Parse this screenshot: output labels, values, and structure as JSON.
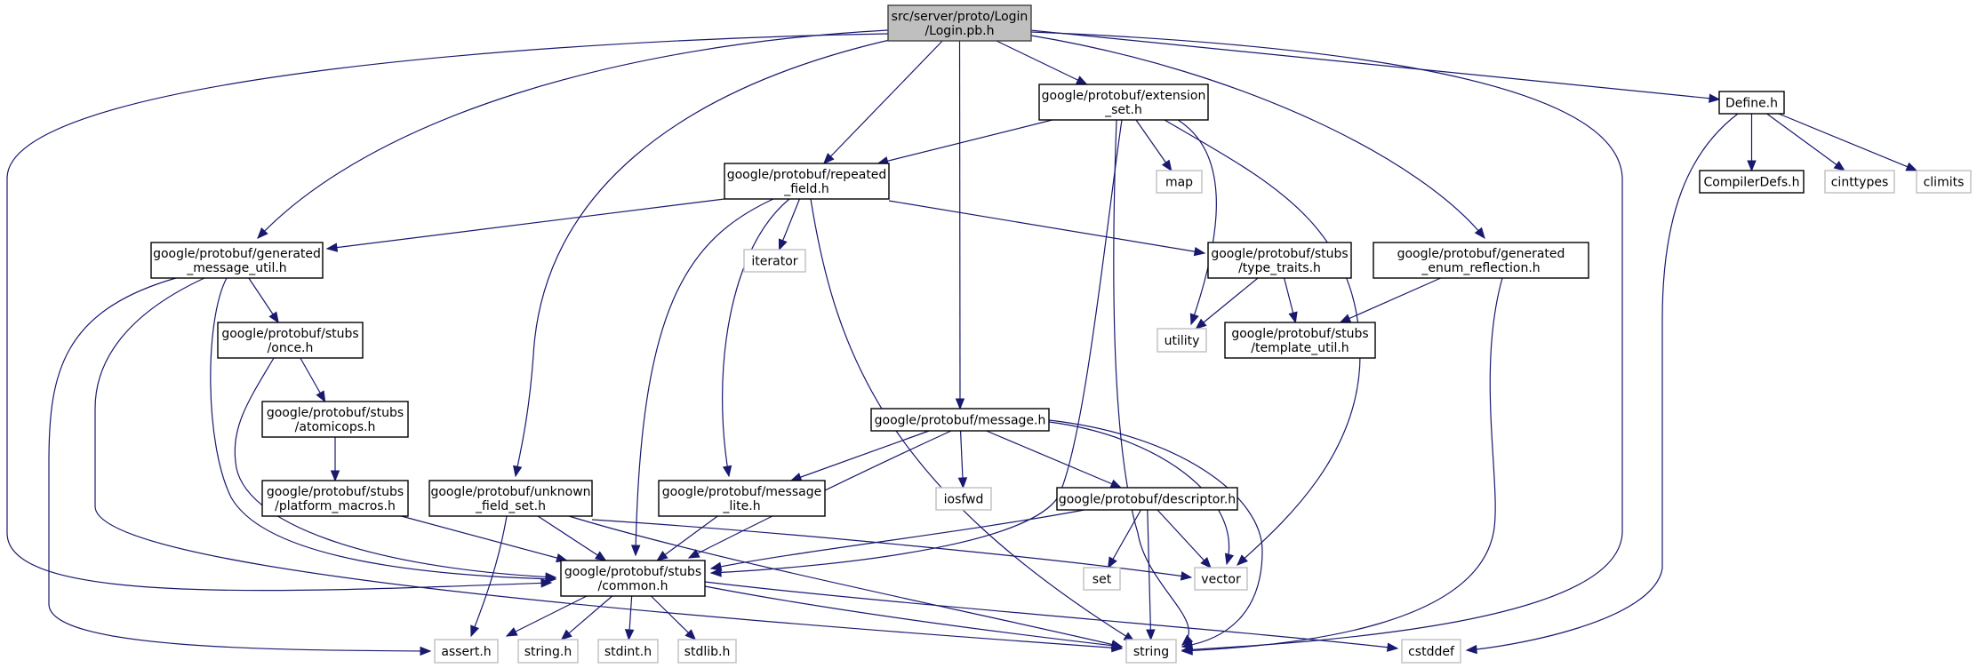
{
  "diagram": {
    "type": "include-dependency-graph",
    "colors": {
      "edge": "#191970",
      "root_fill": "#bfbfbf",
      "root_border": "#404040",
      "node_fill": "#ffffff",
      "node_border": "#000000",
      "system_border": "#bfbfbf"
    },
    "nodes": [
      {
        "id": "root",
        "lines": [
          "src/server/proto/Login",
          "/Login.pb.h"
        ],
        "kind": "root"
      },
      {
        "id": "extension_set",
        "lines": [
          "google/protobuf/extension",
          "_set.h"
        ],
        "kind": "project"
      },
      {
        "id": "define",
        "lines": [
          "Define.h"
        ],
        "kind": "project"
      },
      {
        "id": "repeated_field",
        "lines": [
          "google/protobuf/repeated",
          "_field.h"
        ],
        "kind": "project"
      },
      {
        "id": "map",
        "lines": [
          "map"
        ],
        "kind": "system"
      },
      {
        "id": "compilerdefs",
        "lines": [
          "CompilerDefs.h"
        ],
        "kind": "project"
      },
      {
        "id": "cinttypes",
        "lines": [
          "cinttypes"
        ],
        "kind": "system"
      },
      {
        "id": "climits",
        "lines": [
          "climits"
        ],
        "kind": "system"
      },
      {
        "id": "generated_message_util",
        "lines": [
          "google/protobuf/generated",
          "_message_util.h"
        ],
        "kind": "project"
      },
      {
        "id": "iterator",
        "lines": [
          "iterator"
        ],
        "kind": "system"
      },
      {
        "id": "type_traits",
        "lines": [
          "google/protobuf/stubs",
          "/type_traits.h"
        ],
        "kind": "project"
      },
      {
        "id": "generated_enum_reflection",
        "lines": [
          "google/protobuf/generated",
          "_enum_reflection.h"
        ],
        "kind": "project"
      },
      {
        "id": "once",
        "lines": [
          "google/protobuf/stubs",
          "/once.h"
        ],
        "kind": "project"
      },
      {
        "id": "utility",
        "lines": [
          "utility"
        ],
        "kind": "system"
      },
      {
        "id": "template_util",
        "lines": [
          "google/protobuf/stubs",
          "/template_util.h"
        ],
        "kind": "project"
      },
      {
        "id": "atomicops",
        "lines": [
          "google/protobuf/stubs",
          "/atomicops.h"
        ],
        "kind": "project"
      },
      {
        "id": "message",
        "lines": [
          "google/protobuf/message.h"
        ],
        "kind": "project"
      },
      {
        "id": "platform_macros",
        "lines": [
          "google/protobuf/stubs",
          "/platform_macros.h"
        ],
        "kind": "project"
      },
      {
        "id": "unknown_field_set",
        "lines": [
          "google/protobuf/unknown",
          "_field_set.h"
        ],
        "kind": "project"
      },
      {
        "id": "message_lite",
        "lines": [
          "google/protobuf/message",
          "_lite.h"
        ],
        "kind": "project"
      },
      {
        "id": "iosfwd",
        "lines": [
          "iosfwd"
        ],
        "kind": "system"
      },
      {
        "id": "descriptor",
        "lines": [
          "google/protobuf/descriptor.h"
        ],
        "kind": "project"
      },
      {
        "id": "common",
        "lines": [
          "google/protobuf/stubs",
          "/common.h"
        ],
        "kind": "project"
      },
      {
        "id": "set",
        "lines": [
          "set"
        ],
        "kind": "system"
      },
      {
        "id": "vector",
        "lines": [
          "vector"
        ],
        "kind": "system"
      },
      {
        "id": "assert_h",
        "lines": [
          "assert.h"
        ],
        "kind": "system"
      },
      {
        "id": "string_h",
        "lines": [
          "string.h"
        ],
        "kind": "system"
      },
      {
        "id": "stdint_h",
        "lines": [
          "stdint.h"
        ],
        "kind": "system"
      },
      {
        "id": "stdlib_h",
        "lines": [
          "stdlib.h"
        ],
        "kind": "system"
      },
      {
        "id": "string",
        "lines": [
          "string"
        ],
        "kind": "system"
      },
      {
        "id": "cstddef",
        "lines": [
          "cstddef"
        ],
        "kind": "system"
      }
    ],
    "edges": [
      [
        "root",
        "extension_set"
      ],
      [
        "root",
        "define"
      ],
      [
        "root",
        "repeated_field"
      ],
      [
        "root",
        "generated_message_util"
      ],
      [
        "root",
        "generated_enum_reflection"
      ],
      [
        "root",
        "message"
      ],
      [
        "root",
        "unknown_field_set"
      ],
      [
        "root",
        "common"
      ],
      [
        "root",
        "string"
      ],
      [
        "extension_set",
        "repeated_field"
      ],
      [
        "extension_set",
        "map"
      ],
      [
        "extension_set",
        "utility"
      ],
      [
        "extension_set",
        "vector"
      ],
      [
        "extension_set",
        "common"
      ],
      [
        "extension_set",
        "string"
      ],
      [
        "define",
        "compilerdefs"
      ],
      [
        "define",
        "cinttypes"
      ],
      [
        "define",
        "climits"
      ],
      [
        "define",
        "cstddef"
      ],
      [
        "repeated_field",
        "generated_message_util"
      ],
      [
        "repeated_field",
        "iterator"
      ],
      [
        "repeated_field",
        "type_traits"
      ],
      [
        "repeated_field",
        "message_lite"
      ],
      [
        "repeated_field",
        "common"
      ],
      [
        "repeated_field",
        "string"
      ],
      [
        "generated_message_util",
        "once"
      ],
      [
        "generated_message_util",
        "common"
      ],
      [
        "generated_message_util",
        "assert_h"
      ],
      [
        "generated_message_util",
        "string"
      ],
      [
        "type_traits",
        "utility"
      ],
      [
        "type_traits",
        "template_util"
      ],
      [
        "generated_enum_reflection",
        "template_util"
      ],
      [
        "generated_enum_reflection",
        "string"
      ],
      [
        "once",
        "atomicops"
      ],
      [
        "once",
        "common"
      ],
      [
        "atomicops",
        "platform_macros"
      ],
      [
        "platform_macros",
        "common"
      ],
      [
        "message",
        "message_lite"
      ],
      [
        "message",
        "iosfwd"
      ],
      [
        "message",
        "descriptor"
      ],
      [
        "message",
        "common"
      ],
      [
        "message",
        "vector"
      ],
      [
        "message",
        "string"
      ],
      [
        "unknown_field_set",
        "common"
      ],
      [
        "unknown_field_set",
        "assert_h"
      ],
      [
        "unknown_field_set",
        "vector"
      ],
      [
        "unknown_field_set",
        "string"
      ],
      [
        "message_lite",
        "common"
      ],
      [
        "descriptor",
        "common"
      ],
      [
        "descriptor",
        "set"
      ],
      [
        "descriptor",
        "vector"
      ],
      [
        "descriptor",
        "string"
      ],
      [
        "common",
        "assert_h"
      ],
      [
        "common",
        "string_h"
      ],
      [
        "common",
        "stdint_h"
      ],
      [
        "common",
        "stdlib_h"
      ],
      [
        "common",
        "string"
      ],
      [
        "common",
        "cstddef"
      ]
    ]
  }
}
